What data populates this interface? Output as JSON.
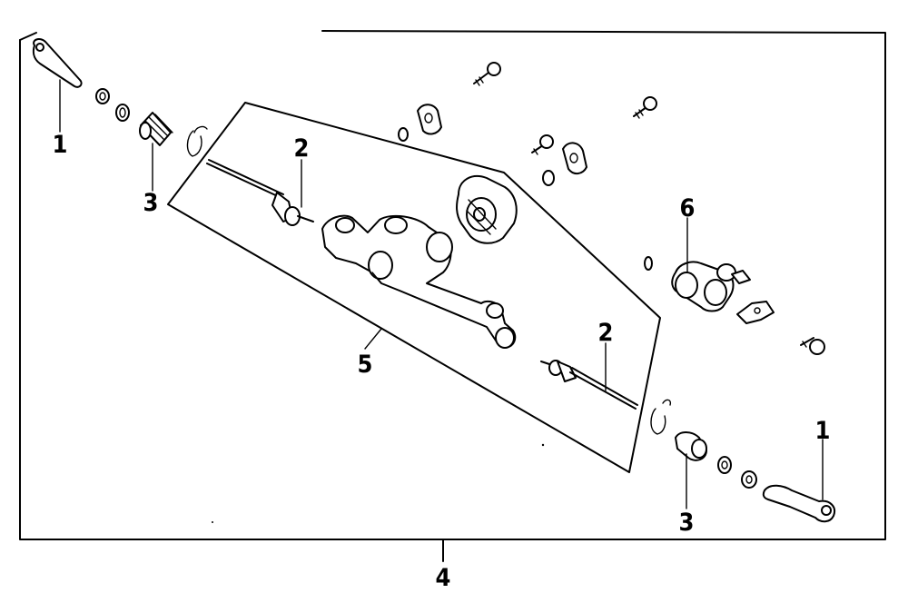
{
  "diagram": {
    "callouts": {
      "c1_left": "1",
      "c1_right": "1",
      "c2_left": "2",
      "c2_right": "2",
      "c3_left": "3",
      "c3_right": "3",
      "c4": "4",
      "c5": "5",
      "c6": "6"
    }
  }
}
